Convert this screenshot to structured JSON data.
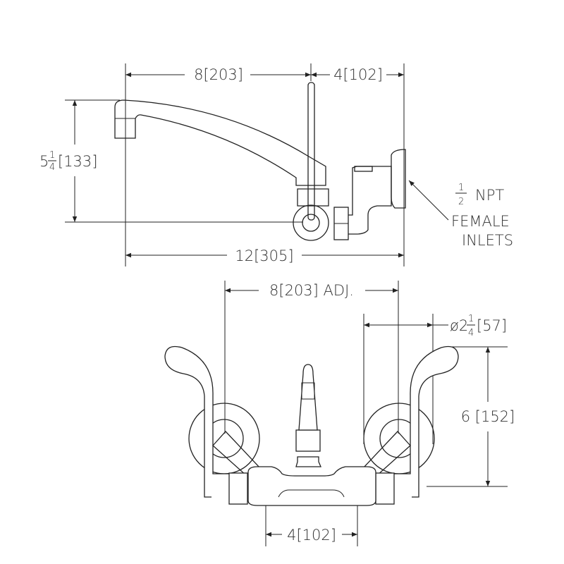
{
  "side_view": {
    "dim_spout_reach": "8[203]",
    "dim_wall_offset": "4[102]",
    "dim_height_whole": "5",
    "dim_height_num": "1",
    "dim_height_den": "4",
    "dim_height_metric": "[133]",
    "dim_overall_length": "12[305]",
    "inlet_note_num": "1",
    "inlet_note_den": "2",
    "inlet_note_line1": "NPT",
    "inlet_note_line2": "FEMALE",
    "inlet_note_line3": "INLETS"
  },
  "front_view": {
    "dim_centers": "8[203] ADJ.",
    "dim_flange_prefix": "ø2",
    "dim_flange_num": "1",
    "dim_flange_den": "4",
    "dim_flange_metric": "[57]",
    "dim_height": "6 [152]",
    "dim_body": "4[102]"
  }
}
